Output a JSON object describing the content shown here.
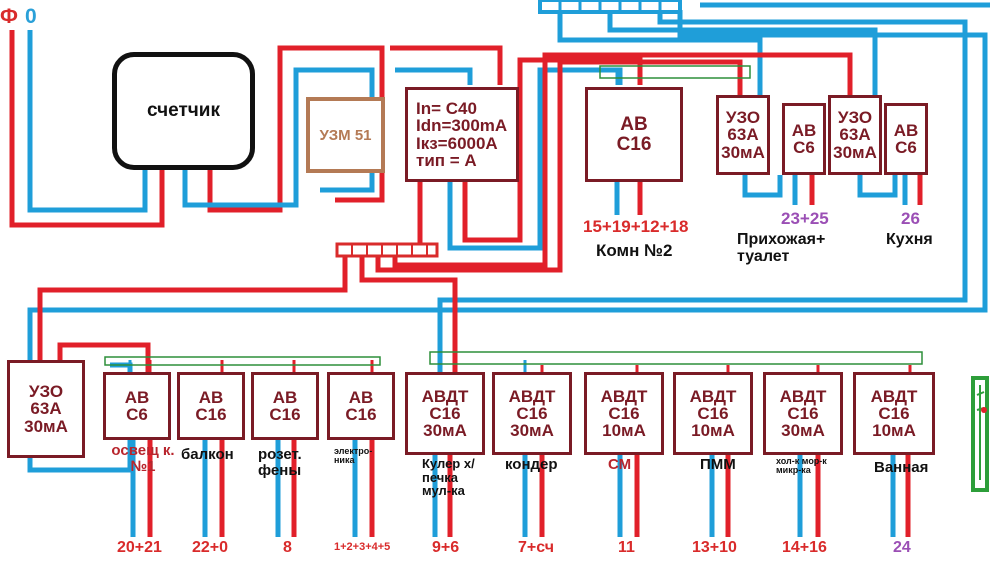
{
  "phase_label": "Ф",
  "neutral_label": "0",
  "meter": {
    "label": "счетчик"
  },
  "uzm": {
    "label": "УЗМ 51"
  },
  "main_breaker": {
    "line1": "In= C40",
    "line2": "Idn=300mA",
    "line3": "Iкз=6000A",
    "line4": "тип = A"
  },
  "upper_breakers": [
    {
      "l1": "АВ",
      "l2": "С16",
      "value": "15+19+12+18",
      "room": "Комн №2"
    },
    {
      "l1": "УЗО",
      "l2": "63А",
      "l3": "30мА"
    },
    {
      "l1": "АВ",
      "l2": "С6",
      "value": "23+25",
      "room": "Прихожая+ туалет"
    },
    {
      "l1": "УЗО",
      "l2": "63А",
      "l3": "30мА"
    },
    {
      "l1": "АВ",
      "l2": "С6",
      "value": "26",
      "room": "Кухня"
    }
  ],
  "lower_rcd": {
    "l1": "УЗО",
    "l2": "63А",
    "l3": "30мА"
  },
  "lower_breakers": [
    {
      "l1": "АВ",
      "l2": "С6",
      "desc": "освещ к. №1",
      "value": "20+21"
    },
    {
      "l1": "АВ",
      "l2": "С16",
      "desc": "балкон",
      "value": "22+0"
    },
    {
      "l1": "АВ",
      "l2": "С16",
      "desc": "розет. фены",
      "value": "8"
    },
    {
      "l1": "АВ",
      "l2": "С16",
      "desc": "электро- ника",
      "value": "1+2+3+4+5"
    }
  ],
  "rcbos": [
    {
      "l1": "АВДТ",
      "l2": "С16",
      "l3": "30мА",
      "desc": "Кулер х/печка мул-ка",
      "value": "9+6"
    },
    {
      "l1": "АВДТ",
      "l2": "С16",
      "l3": "30мА",
      "desc": "кондер",
      "value": "7+сч"
    },
    {
      "l1": "АВДТ",
      "l2": "С16",
      "l3": "10мА",
      "desc": "СМ",
      "value": "11"
    },
    {
      "l1": "АВДТ",
      "l2": "С16",
      "l3": "10мА",
      "desc": "ПММ",
      "value": "13+10"
    },
    {
      "l1": "АВДТ",
      "l2": "С16",
      "l3": "30мА",
      "desc": "хол-к мор-к микр-ка",
      "value": "14+16"
    },
    {
      "l1": "АВДТ",
      "l2": "С16",
      "l3": "10мА",
      "desc": "Ванная",
      "value": "24"
    }
  ],
  "colors": {
    "phase": "#e1202a",
    "neutral": "#1f9ed9",
    "box": "#7a1b25",
    "bus": "#2d8f3a",
    "uzm": "#b47a55"
  }
}
